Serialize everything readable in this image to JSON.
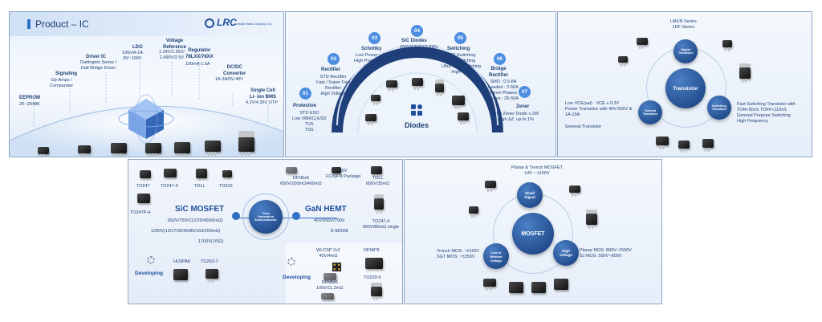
{
  "ic": {
    "title": "Product – IC",
    "logo": "LRC",
    "logo_sub": "Leshan Radio Company, Ltd.",
    "items": {
      "eeprom": {
        "name": "EEPROM",
        "spec": "2K~2048K"
      },
      "signaling": {
        "name": "Signaling",
        "spec": "Op-Amps /\nComparator"
      },
      "driver": {
        "name": "Driver IC",
        "spec": "Darlington Series /\nHalf Bridge Driver"
      },
      "ldo": {
        "name": "LDO",
        "spec": "100mA-1A\n8V~100V"
      },
      "vref": {
        "name": "Voltage\nReference",
        "spec": "1.24V/1.25V/\n2.495V/2.5V"
      },
      "regulator": {
        "name": "Regulator\n78LXX/78XX",
        "spec": "100mA-1.5A"
      },
      "dcdc": {
        "name": "DC/DC\nConverter",
        "spec": "1A-3A/5V-40V"
      },
      "bms": {
        "name": "Single Cell\nLi- ion BMS",
        "spec": "4.2V/4.35V OTP"
      }
    }
  },
  "diodes": {
    "center": "Diodes",
    "items": [
      {
        "num": "01",
        "name": "Protective",
        "spec": "STD ESD\nLow VBR/Cj ESD\nTVS\nTSS"
      },
      {
        "num": "02",
        "name": "Rectifier",
        "spec": "STD Rectifier\nFast / Super Fast\nRectifier\nHigh Voltage"
      },
      {
        "num": "03",
        "name": "Schottky",
        "spec": "Low Power ~ 3A\nHigh Power ~ 60A\nLow VF"
      },
      {
        "num": "04",
        "name": "SiC Diodes",
        "spec": "650V/1200V/1700V\n1A-90A"
      },
      {
        "num": "05",
        "name": "Switching",
        "spec": "STD Switching\nFast Switching\nUltra Fast Switching\nHigh VBR"
      },
      {
        "num": "06",
        "name": "Bridge\nRectifier",
        "spec": "SMD : 0.5-8A\nLeaded : 2-50A\nThree Phases\nSeries : 25-50A"
      },
      {
        "num": "07",
        "name": "Zener",
        "spec": "STD Zener Diode ≤ 2W\nHigh ΔZ  up to 1%"
      }
    ]
  },
  "transistor": {
    "series": "LMUN Series\nLDF Series",
    "center": "Transistor",
    "nodes": {
      "digital": "Digital\nTransistor",
      "general": "General\nTransistor",
      "switching": "Switching\nTransistor"
    },
    "left_text": "Low VCE(sat)   VCE ≤ 0.3V\nPower Transistor with 40V-500V &\n1A-15A",
    "left_label": "General Transistor",
    "right_text": "Fast Switching Transistor with\nTON<50nS TOFF<110nS\nGeneral Purpose Switching\nHigh Frequency"
  },
  "sic_gan": {
    "pkgs_top": [
      "TO247",
      "TO247-4",
      "TOLL",
      "TO223"
    ],
    "pkg_left2": "TO247P-4",
    "sic_title": "SiC MOSFET",
    "sic_specs": [
      "650V/750V(12/25/40/60mΩ)",
      "1200V(13/17/30/40/80/160/200mΩ)",
      "1700V(1/5Ω)"
    ],
    "center": "Third\nGeneration\nSemiconductor",
    "gan_title": "GaN HEMT",
    "gan_pkg1": "DFN5x6\n650V/100mΩ/400mΩ",
    "gan_pkg2": "40V\nFC/QFN Package",
    "gan_pkg3": "TOLL\n650V/35mΩ",
    "gan_specs": [
      "40V/650V/700V",
      "E-MODE"
    ],
    "gan_pkg4": "TO247-4\n650V/80mΩ single",
    "developing": "Developing",
    "dev_left": [
      "HU3PAK",
      "TO263-7"
    ],
    "dev_right": {
      "wlcsp": "WLCSP 2x2\n40V/4mΩ",
      "dfn88": "DFN8*8",
      "dfn56": "DFN5x6\n100V/11.2mΩ",
      "to220": "TO220-5"
    }
  },
  "mosfet": {
    "top": "Planar & Trench MOSFET\n±20 ~ ±100V",
    "center": "MOSFET",
    "nodes": {
      "small": "Small\nSignal",
      "medium": "Low to\nMedium\nVoltage",
      "high": "High\nVoltage"
    },
    "left_text": "Trench MOS: ~±150V\nSGT MOS: ~±250V",
    "right_text": "Planar MOS: 800V~1500V\nSJ MOS: 550V~800V"
  }
}
